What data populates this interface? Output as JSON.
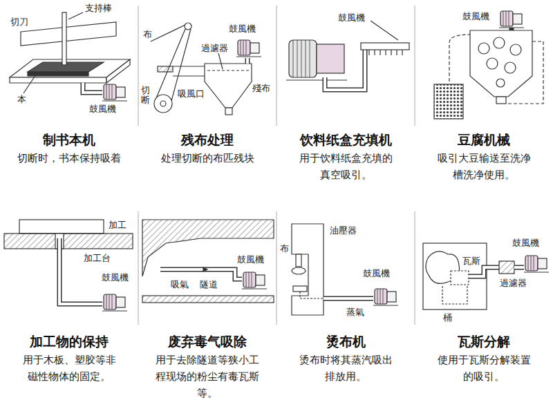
{
  "diagram": {
    "labels": [
      "切刀",
      "支持棒",
      "本",
      "鼓風機",
      "制书本机",
      "切断时，书本保持吸着",
      "布",
      "鼓風機",
      "過濾器",
      "切断",
      "吸風口",
      "殘布",
      "残布处理",
      "处理切断的布匹残块",
      "鼓風機",
      "饮料纸盒充填机",
      "用于饮料纸盒充填的真空吸引。",
      "鼓風機",
      "豆腐机械",
      "吸引大豆输送至洗净槽洗净使用。",
      "加工",
      "加工台",
      "鼓風機",
      "加工物的保持",
      "用于木板、塑胶等非磁性物体的固定。",
      "鼓風機",
      "吸氣",
      "隧道",
      "废弃毒气吸除",
      "用于去除隧道等狭小工程现场的粉尘有毒瓦斯等。",
      "油壓器",
      "布",
      "鼓風機",
      "蒸氣",
      "烫布机",
      "烫布时将其蒸汽吸出排放用。",
      "鼓風機",
      "瓦斯",
      "過濾器",
      "桶",
      "瓦斯分解",
      "使用于瓦斯分解装置的吸引。"
    ]
  }
}
